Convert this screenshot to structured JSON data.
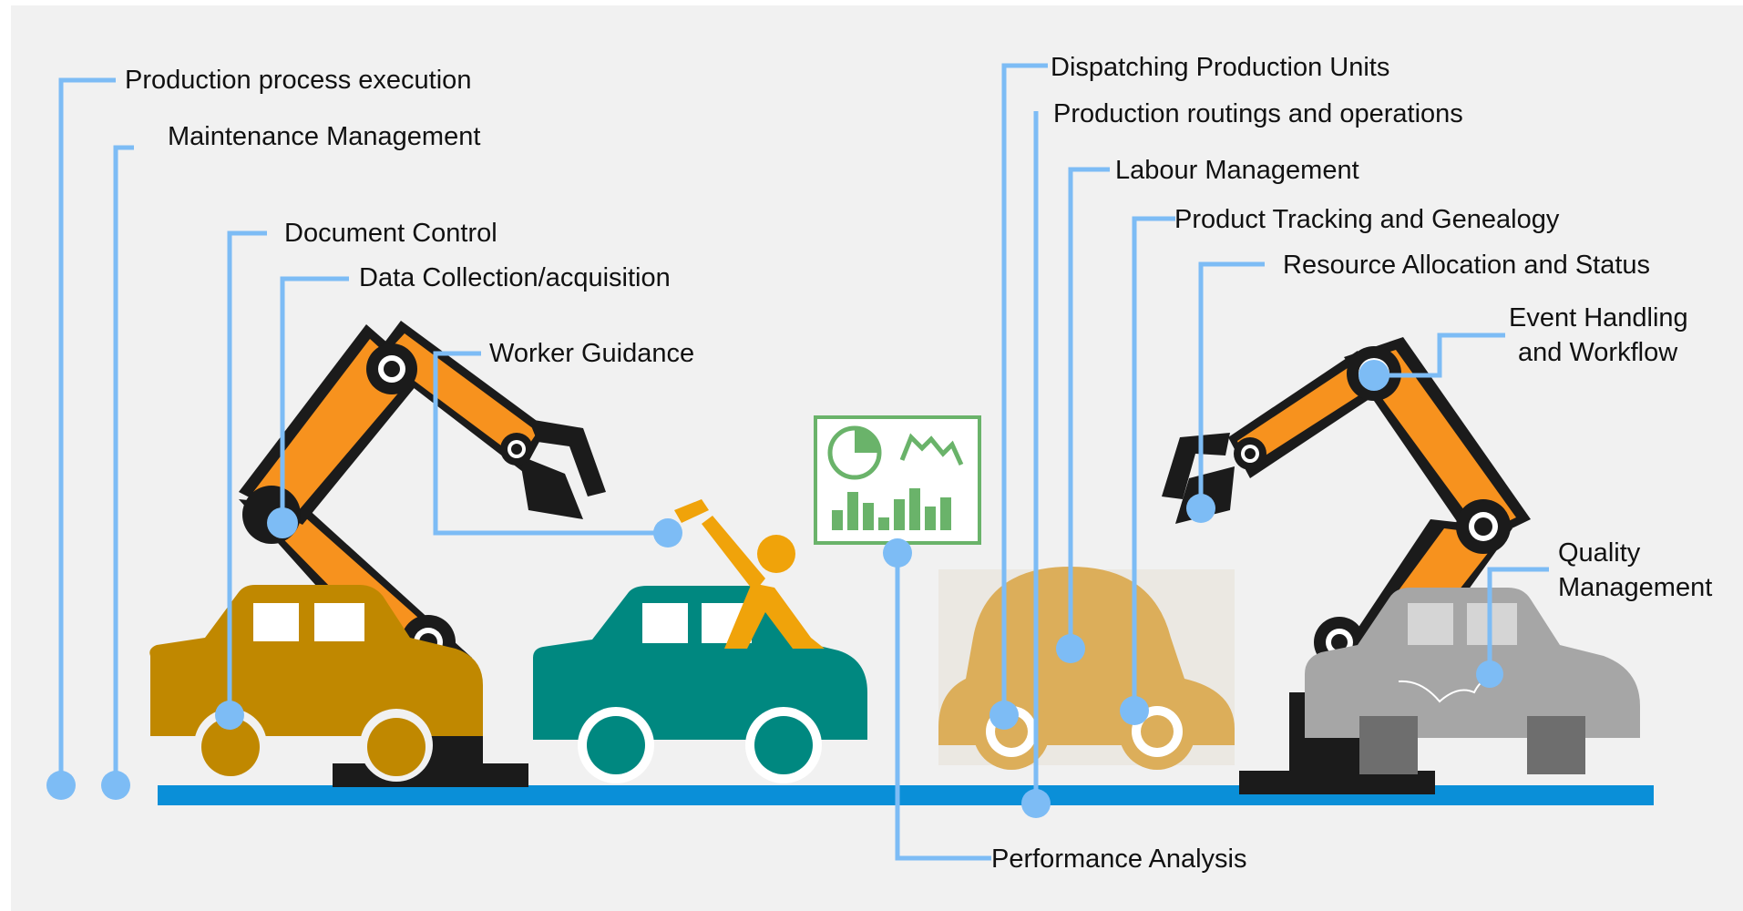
{
  "colors": {
    "background": "#f1f1f1",
    "leader": "#7dbcf5",
    "conveyor": "#0a8fd8",
    "robot_orange": "#f7921e",
    "robot_dark": "#1b1b1b",
    "car_brown": "#c08800",
    "car_teal": "#008880",
    "car_tan": "#dcae5a",
    "car_gray": "#a6a6a6",
    "worker_orange": "#f0a30a",
    "dashboard_green": "#6ab36a"
  },
  "labels": {
    "production_process_execution": "Production process execution",
    "maintenance_management": "Maintenance Management",
    "document_control": "Document Control",
    "data_collection": "Data Collection/acquisition",
    "worker_guidance": "Worker Guidance",
    "dispatching_production_units": "Dispatching Production Units",
    "production_routings": "Production routings and operations",
    "labour_management": "Labour Management",
    "product_tracking": "Product Tracking and Genealogy",
    "resource_allocation": "Resource Allocation and Status",
    "event_handling_1": "Event Handling",
    "event_handling_2": "and Workflow",
    "quality_management_1": "Quality",
    "quality_management_2": "Management",
    "performance_analysis": "Performance Analysis"
  },
  "icons": [
    "robot-arm-icon",
    "car-icon",
    "worker-icon",
    "dashboard-icon",
    "conveyor-belt"
  ]
}
